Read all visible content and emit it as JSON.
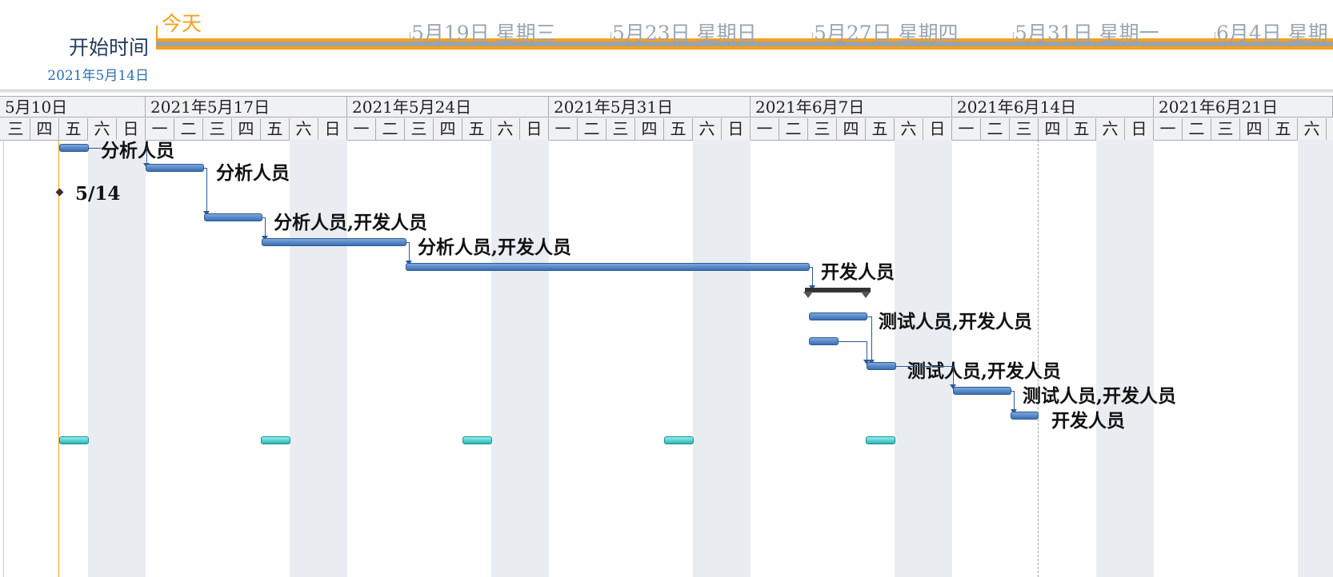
{
  "timeline": {
    "start_title": "开始时间",
    "start_date": "2021年5月14日",
    "today_label": "今天",
    "ticks": [
      "5月19日  星期三",
      "5月23日  星期日",
      "5月27日  星期四",
      "5月31日  星期一",
      "6月4日  星期"
    ]
  },
  "header": {
    "weeks": [
      "5月10日",
      "2021年5月17日",
      "2021年5月24日",
      "2021年5月31日",
      "2021年6月7日",
      "2021年6月14日",
      "2021年6月21日"
    ],
    "days": [
      "三",
      "四",
      "五",
      "六",
      "日",
      "一",
      "二",
      "三",
      "四",
      "五",
      "六",
      "日",
      "一",
      "二",
      "三",
      "四",
      "五",
      "六",
      "日",
      "一",
      "二",
      "三",
      "四",
      "五",
      "六",
      "日",
      "一",
      "二",
      "三",
      "四",
      "五",
      "六",
      "日",
      "一",
      "二",
      "三",
      "四",
      "五",
      "六",
      "日",
      "一",
      "二",
      "三",
      "四",
      "五",
      "六"
    ]
  },
  "tasks": {
    "t1_label": "分析人员",
    "t2_label": "分析人员",
    "milestone_label": "5/14",
    "t4_label": "分析人员,开发人员",
    "t5_label": "分析人员,开发人员",
    "t6_label": "开发人员",
    "t8_label": "测试人员,开发人员",
    "t10_label": "测试人员,开发人员",
    "t11_label": "测试人员,开发人员",
    "t12_label": "开发人员"
  },
  "colors": {
    "today": "#f5a01a",
    "task_bar": "#3b6fb5",
    "recurring_bar": "#2cb5b5",
    "nonworking_shade": "#e9edf2"
  }
}
